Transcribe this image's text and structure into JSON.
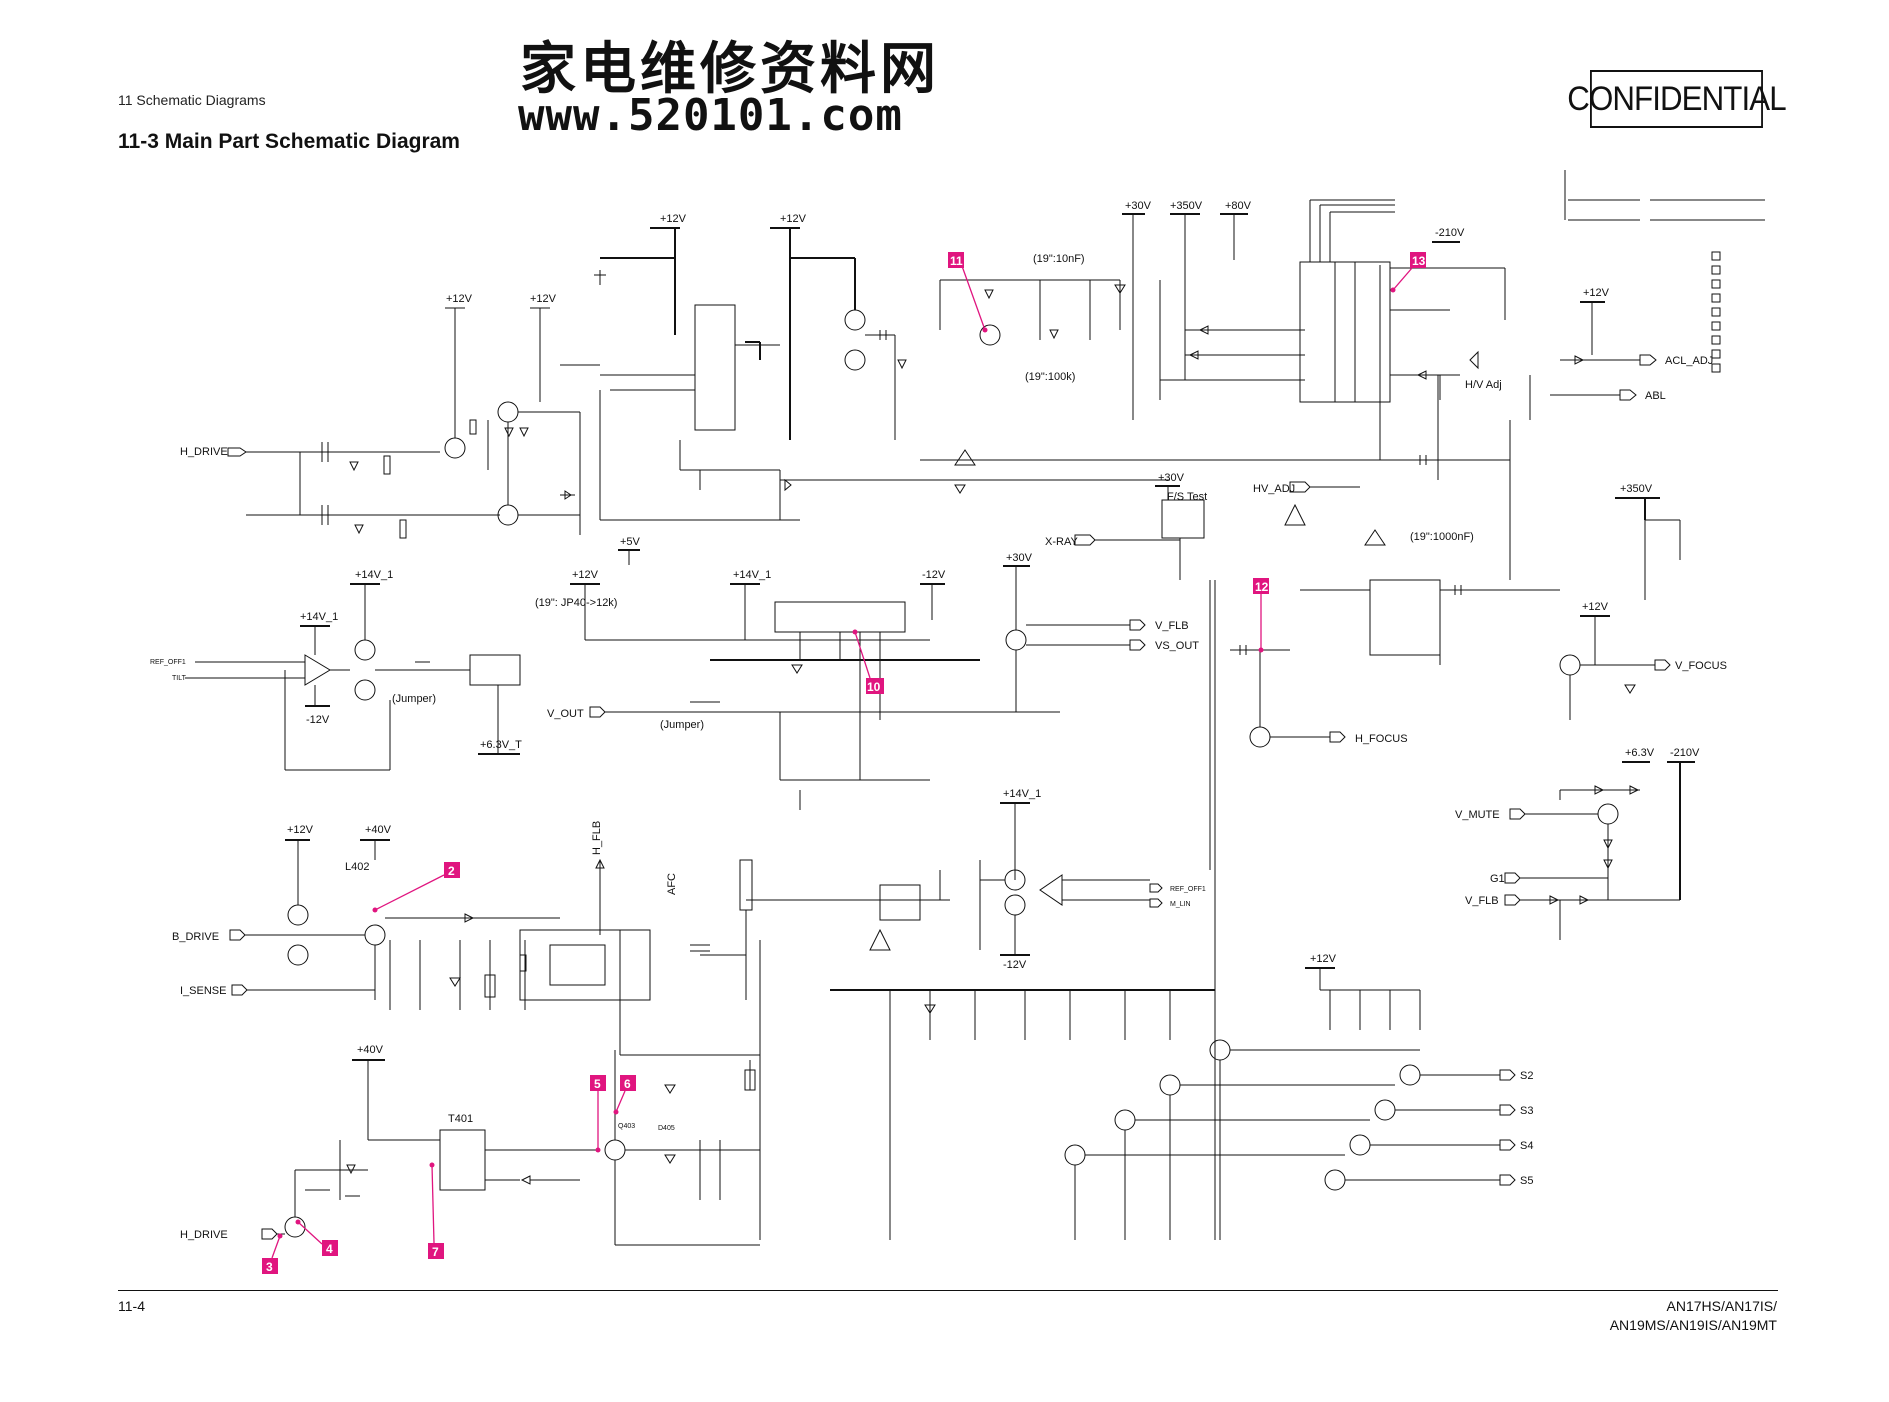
{
  "header": {
    "section": "11 Schematic Diagrams",
    "title": "11-3  Main Part Schematic Diagram",
    "watermark_cn": "家电维修资料网",
    "watermark_url": "www.520101.com",
    "stamp": "CONFIDENTIAL"
  },
  "footer": {
    "page_number": "11-4",
    "models_line1": "AN17HS/AN17IS/",
    "models_line2": "AN19MS/AN19IS/AN19MT"
  },
  "colors": {
    "marker": "#e0157f",
    "line": "#111111",
    "background": "#ffffff"
  },
  "signals": {
    "h_drive_top": "H_DRIVE",
    "ref_off1": "REF_OFF1",
    "tilt": "TILT",
    "v_out": "V_OUT",
    "x_ray": "X-RAY",
    "v_flb_mid": "V_FLB",
    "vs_out": "VS_OUT",
    "hv_adj": "HV_ADJ",
    "h_focus": "H_FOCUS",
    "v_focus": "V_FOCUS",
    "acl_adj": "ACL_ADJ",
    "abl": "ABL",
    "h_v_adj": "H/V Adj",
    "v_mute": "V_MUTE",
    "g1": "G1",
    "v_flb_right": "V_FLB",
    "b_drive": "B_DRIVE",
    "i_sense": "I_SENSE",
    "h_drive_bottom": "H_DRIVE",
    "h_flb": "H_FLB",
    "afc": "AFC",
    "ref_off1_b": "REF_OFF1",
    "m_lin": "M_LIN",
    "s2": "S2",
    "s3": "S3",
    "s4": "S4",
    "s5": "S5"
  },
  "rails": {
    "p12_a": "+12V",
    "p12_b": "+12V",
    "p12_c": "+12V",
    "p12_d": "+12V",
    "p30_top": "+30V",
    "p350_top": "+350V",
    "p80": "+80V",
    "m210_top": "-210V",
    "p12_right": "+12V",
    "p30_fs": "+30V",
    "p350_right": "+350V",
    "p14v1_a": "+14V_1",
    "p14v1_b": "+14V_1",
    "m12_a": "-12V",
    "p12_vout": "+12V",
    "p14v1_c": "+14V_1",
    "m12_b": "-12V",
    "p30_mid": "+30V",
    "p5": "+5V",
    "p63_t": "+6.3V_T",
    "p12_left": "+12V",
    "p40_a": "+40V",
    "p14v1_d": "+14V_1",
    "m12_c": "-12V",
    "p40_b": "+40V",
    "p12_bottom": "+12V",
    "p63": "+6.3V",
    "m210_right": "-210V",
    "p12_vf": "+12V"
  },
  "notes": {
    "n_10nf": "(19\":10nF)",
    "n_100k": "(19\":100k)",
    "n_1000nf": "(19\":1000nF)",
    "n_jp40": "(19\": JP40->12k)",
    "jumper_a": "(Jumper)",
    "jumper_b": "(Jumper)",
    "fs_test": "F/S Test",
    "l402": "L402",
    "t401": "T401",
    "q403": "Q403",
    "d405": "D405"
  },
  "markers": [
    "2",
    "3",
    "4",
    "5",
    "6",
    "7",
    "10",
    "11",
    "12",
    "13"
  ]
}
